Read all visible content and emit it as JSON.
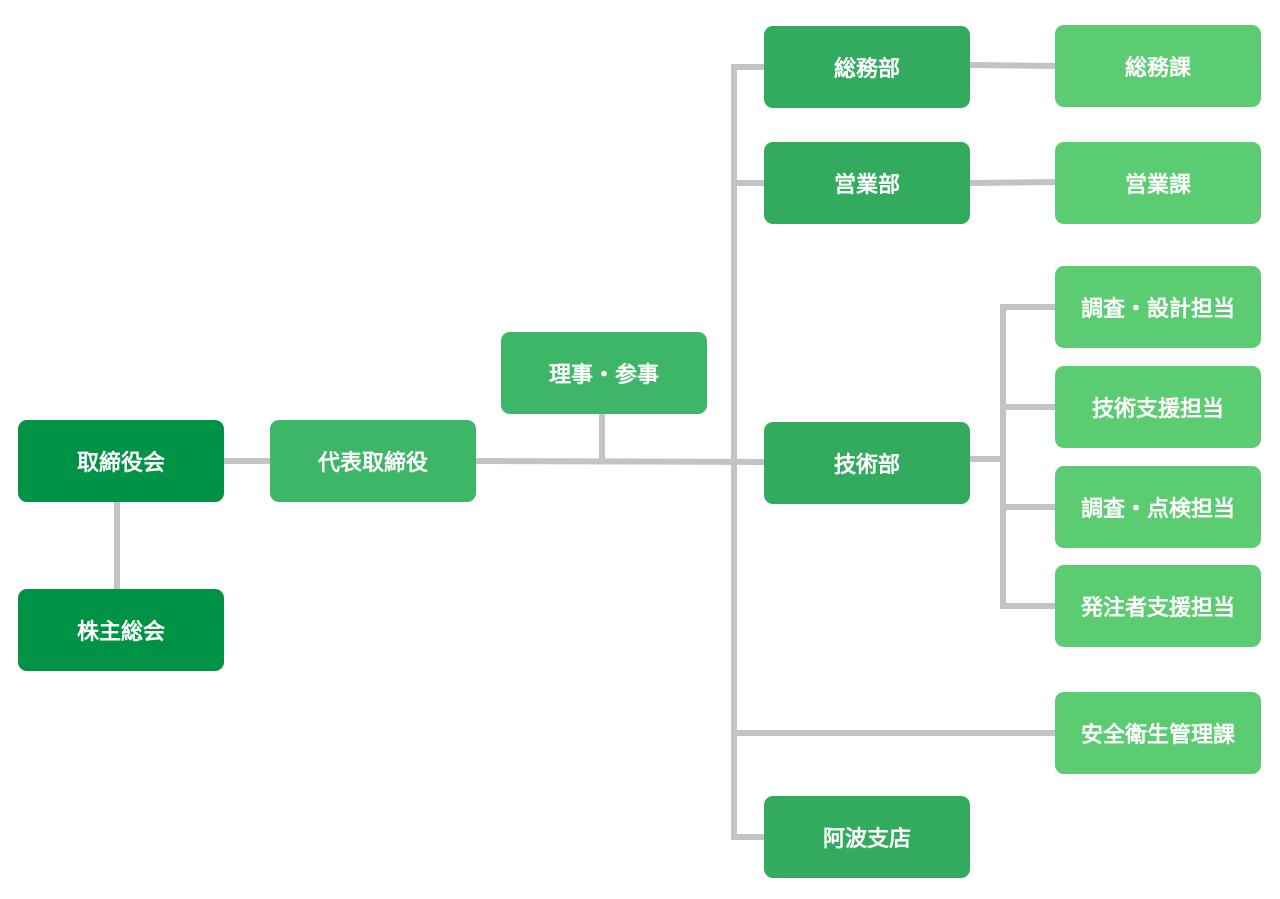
{
  "nodes": {
    "board": "取締役会",
    "shareholders": "株主総会",
    "ceo": "代表取締役",
    "directors": "理事・参事",
    "general_affairs": "総務部",
    "sales": "営業部",
    "technical": "技術部",
    "awa_branch": "阿波支店",
    "general_affairs_section": "総務課",
    "sales_section": "営業課",
    "survey_design": "調査・設計担当",
    "tech_support": "技術支援担当",
    "survey_inspection": "調査・点検担当",
    "client_support": "発注者支援担当",
    "safety_health": "安全衛生管理課"
  },
  "colors": {
    "connector": "#c3c3c3",
    "board_level": "#009245",
    "executive_level": "#3db667",
    "department_level": "#33ab5e",
    "section_level": "#5ccc72",
    "text": "#ffffff"
  }
}
